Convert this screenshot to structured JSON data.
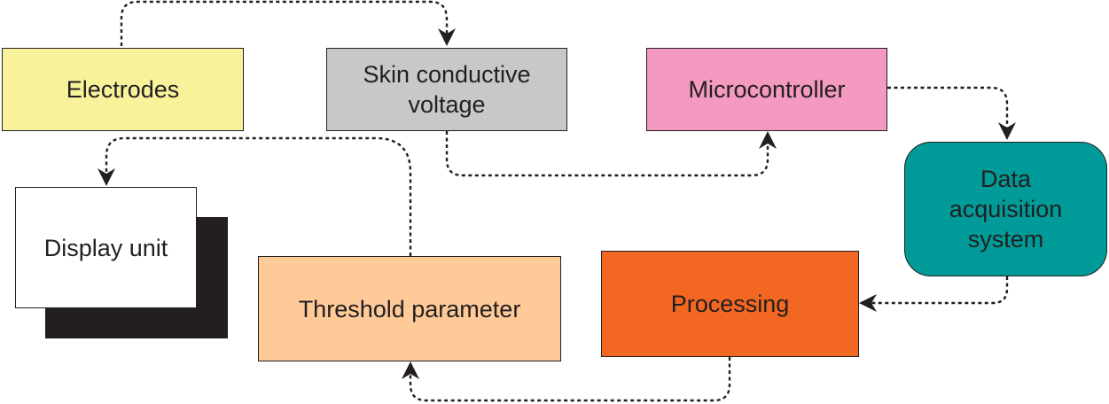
{
  "nodes": {
    "electrodes": {
      "label": "Electrodes",
      "fill": "#f8f39b"
    },
    "skin": {
      "label": "Skin conductive\nvoltage",
      "fill": "#c7c8ca"
    },
    "micro": {
      "label": "Microcontroller",
      "fill": "#f49ac1"
    },
    "daq": {
      "label": "Data\nacquisition\nsystem",
      "fill": "#009b98"
    },
    "processing": {
      "label": "Processing",
      "fill": "#f26722"
    },
    "threshold": {
      "label": "Threshold parameter",
      "fill": "#fdca98"
    },
    "display": {
      "label": "Display unit",
      "fill": "#ffffff",
      "shadow": "#231f20"
    }
  },
  "connector_style": {
    "color": "#231f20",
    "dash": "dotted"
  },
  "edges": [
    {
      "from": "electrodes",
      "to": "skin"
    },
    {
      "from": "skin",
      "to": "micro"
    },
    {
      "from": "micro",
      "to": "daq"
    },
    {
      "from": "daq",
      "to": "processing"
    },
    {
      "from": "processing",
      "to": "threshold"
    },
    {
      "from": "threshold",
      "to": "display"
    }
  ]
}
